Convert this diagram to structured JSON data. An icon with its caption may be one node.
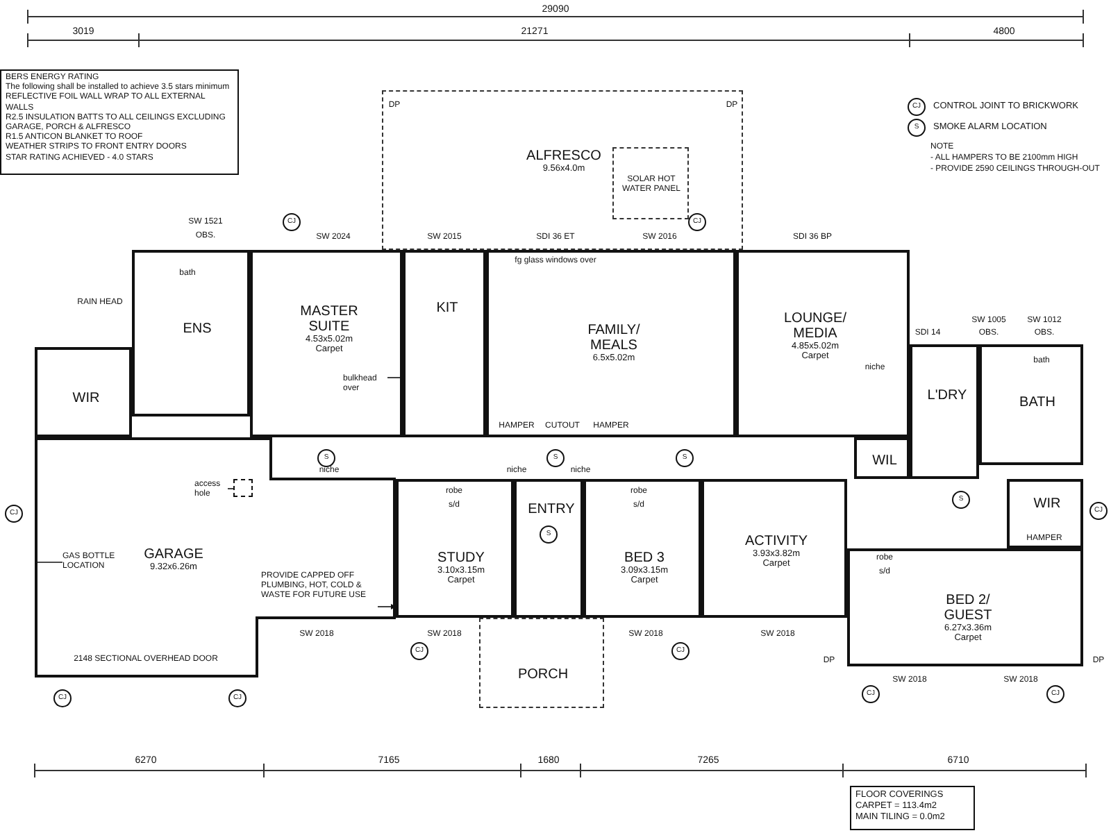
{
  "diagram": {
    "nodes": [
      {
        "text": [
          "BERS ENERGY RATING",
          "The following shall be installed to achieve 3.5 stars minimum",
          "REFLECTIVE FOIL WALL WRAP TO ALL EXTERNAL WALLS",
          "R2.5 INSULATION BATTS TO ALL CEILINGS EXCLUDING GARAGE, PORCH & ALFRESCO",
          "R1.5 ANTICON BLANKET TO ROOF",
          "WEATHER STRIPS TO FRONT ENTRY DOORS",
          "STAR RATING ACHIEVED - 4.0 STARS"
        ]
      },
      {
        "text": [
          "ALFRESCO",
          "9.56x4.0m"
        ]
      },
      {
        "text": [
          "SOLAR HOT WATER PANEL"
        ],
        "in": 1
      },
      {
        "text": [
          "ENS"
        ]
      },
      {
        "text": [
          "WIR"
        ]
      },
      {
        "text": [
          "MASTER SUITE",
          "4.53x5.02m",
          "Carpet"
        ]
      },
      {
        "text": [
          "KIT"
        ]
      },
      {
        "text": [
          "FAMILY/ MEALS",
          "6.5x5.02m"
        ]
      },
      {
        "text": [
          "LOUNGE/ MEDIA",
          "4.85x5.02m",
          "Carpet"
        ]
      },
      {
        "text": [
          "L'DRY"
        ]
      },
      {
        "text": [
          "BATH"
        ]
      },
      {
        "text": [
          "WIL"
        ]
      },
      {
        "text": [
          "GARAGE",
          "9.32x6.26m"
        ]
      },
      {
        "text": [
          "STUDY",
          "3.10x3.15m",
          "Carpet"
        ]
      },
      {
        "text": [
          "ENTRY"
        ]
      },
      {
        "text": [
          "BED 3",
          "3.09x3.15m",
          "Carpet"
        ]
      },
      {
        "text": [
          "ACTIVITY",
          "3.93x3.82m",
          "Carpet"
        ]
      },
      {
        "text": [
          "WIR"
        ]
      },
      {
        "text": [
          "BED 2/ GUEST",
          "6.27x3.36m",
          "Carpet"
        ]
      },
      {
        "text": [
          "PORCH"
        ]
      },
      {
        "text": [
          "GAS BOTTLE LOCATION"
        ],
        "in": 12
      },
      {
        "text": [
          "PROVIDE CAPPED OFF PLUMBING, HOT, COLD & WASTE FOR FUTURE USE"
        ],
        "in": 12
      },
      {
        "text": [
          "FLOOR COVERINGS",
          "CARPET = 113.4m2",
          "MAIN TILING = 0.0m2"
        ]
      },
      {
        "text": [
          "bulkhead over"
        ],
        "in": 5
      },
      {
        "text": [
          "access hole"
        ],
        "in": 12
      },
      {
        "text": [],
        "shape": "box",
        "in": 12
      }
    ],
    "edges": [
      {
        "from": 20,
        "to": 12,
        "arrow": "none"
      },
      {
        "from": 21,
        "to": 13,
        "arrow": "to"
      },
      {
        "from": 23,
        "to": 6,
        "arrow": "none"
      },
      {
        "from": 24,
        "to": 25,
        "arrow": "none"
      }
    ],
    "labels": [
      "29090",
      "3019",
      "21271",
      "4800",
      "CJ",
      "S",
      "NOTE",
      "- ALL HAMPERS TO BE 2100mm HIGH",
      "- PROVIDE 2590 CEILINGS THROUGH-OUT",
      "DP",
      "DP",
      "CJ",
      "CJ",
      "SW 1521",
      "OBS.",
      "SW 2024",
      "SW 2015",
      "SDI 36 ET",
      "SW 2016",
      "SDI 36 BP",
      "fg glass windows over",
      "RAIN HEAD",
      "bath",
      "HAMPER",
      "CUTOUT",
      "HAMPER",
      "niche",
      "SDI 14",
      "SW 1005",
      "OBS.",
      "SW 1012",
      "OBS.",
      "bath",
      "S",
      "S",
      "S",
      "S",
      "S",
      "niche",
      "robe",
      "s/d",
      "niche",
      "niche",
      "robe",
      "s/d",
      "robe",
      "s/d",
      "HAMPER",
      "CJ",
      "CJ",
      "2148 SECTIONAL OVERHEAD DOOR",
      "SW 2018",
      "SW 2018",
      "SW 2018",
      "SW 2018",
      "SW 2018",
      "SW 2018",
      "CJ",
      "CJ",
      "CJ",
      "CJ",
      "CJ",
      "CJ",
      "DP",
      "DP",
      "6270",
      "7165",
      "1680",
      "7265",
      "6710"
    ],
    "legend": [
      {
        "text": "CONTROL JOINT TO BRICKWORK"
      },
      {
        "text": "SMOKE ALARM LOCATION"
      }
    ]
  }
}
